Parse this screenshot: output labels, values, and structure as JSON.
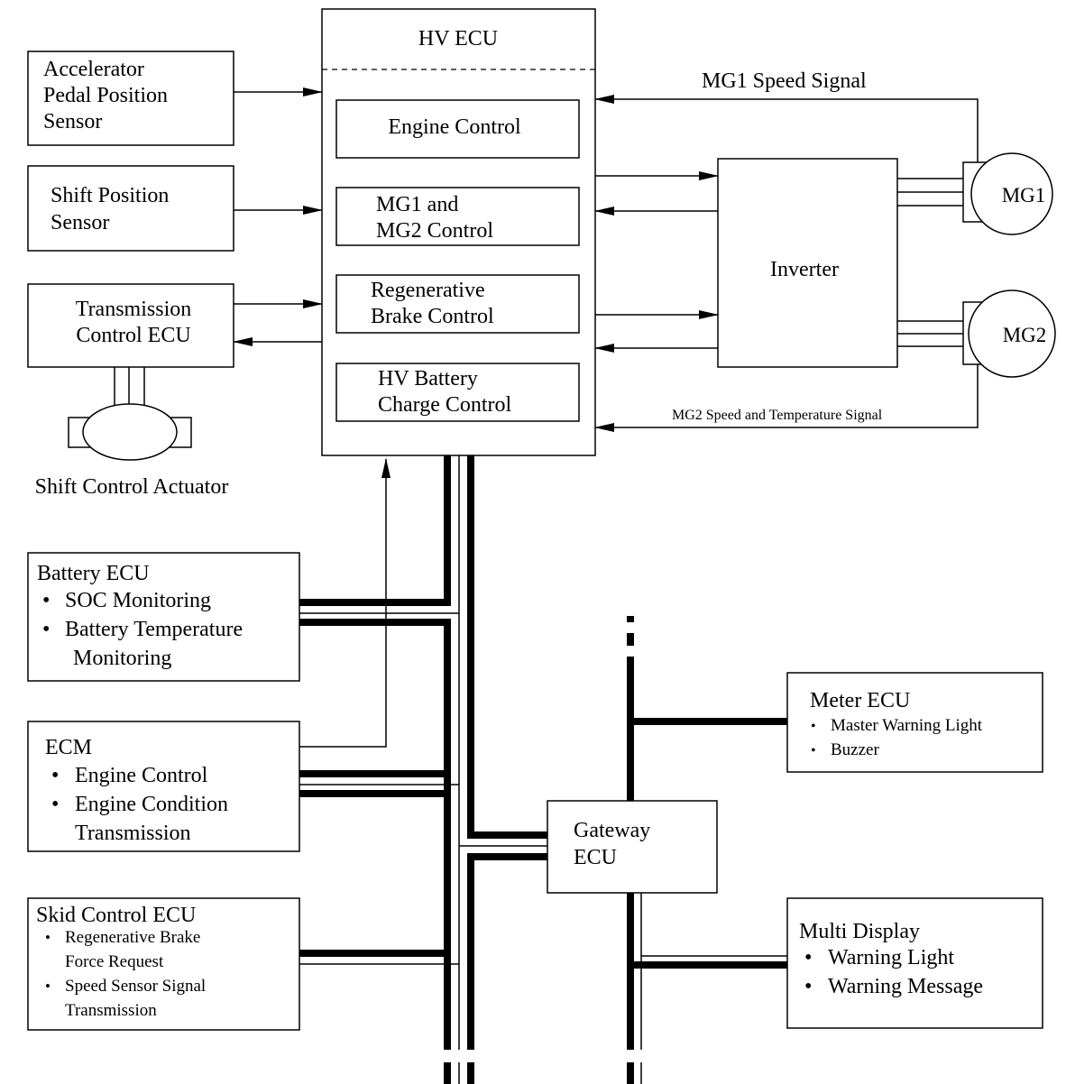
{
  "hv_ecu": {
    "title": "HV ECU",
    "blocks": {
      "engine_control": [
        "Engine Control"
      ],
      "mg_control": [
        "MG1 and",
        "MG2 Control"
      ],
      "regen_control": [
        "Regenerative",
        "Brake Control"
      ],
      "battery_charge": [
        "HV Battery",
        "Charge Control"
      ]
    }
  },
  "sensors": {
    "accelerator": [
      "Accelerator",
      "Pedal Position",
      "Sensor"
    ],
    "shift_position": [
      "Shift Position",
      "Sensor"
    ],
    "transmission_ecu": [
      "Transmission",
      "Control ECU"
    ],
    "shift_actuator": "Shift Control Actuator"
  },
  "inverter": "Inverter",
  "motors": {
    "mg1": "MG1",
    "mg2": "MG2"
  },
  "signals": {
    "mg1_speed": "MG1 Speed Signal",
    "mg2_speed_temp": "MG2 Speed and Temperature Signal"
  },
  "battery_ecu": {
    "title": "Battery ECU",
    "items": [
      "SOC Monitoring",
      "Battery Temperature"
    ],
    "continuation": "Monitoring"
  },
  "ecm": {
    "title": "ECM",
    "items": [
      "Engine Control",
      "Engine Condition"
    ],
    "continuation": "Transmission"
  },
  "skid_ecu": {
    "title": "Skid Control ECU",
    "items": [
      "Regenerative Brake",
      "Speed Sensor Signal"
    ],
    "continuations": [
      "Force Request",
      "Transmission"
    ]
  },
  "gateway_ecu": [
    "Gateway",
    "ECU"
  ],
  "meter_ecu": {
    "title": "Meter ECU",
    "items": [
      "Master Warning Light",
      "Buzzer"
    ]
  },
  "multi_display": {
    "title": "Multi Display",
    "items": [
      "Warning Light",
      "Warning Message"
    ]
  },
  "bullet": "•"
}
